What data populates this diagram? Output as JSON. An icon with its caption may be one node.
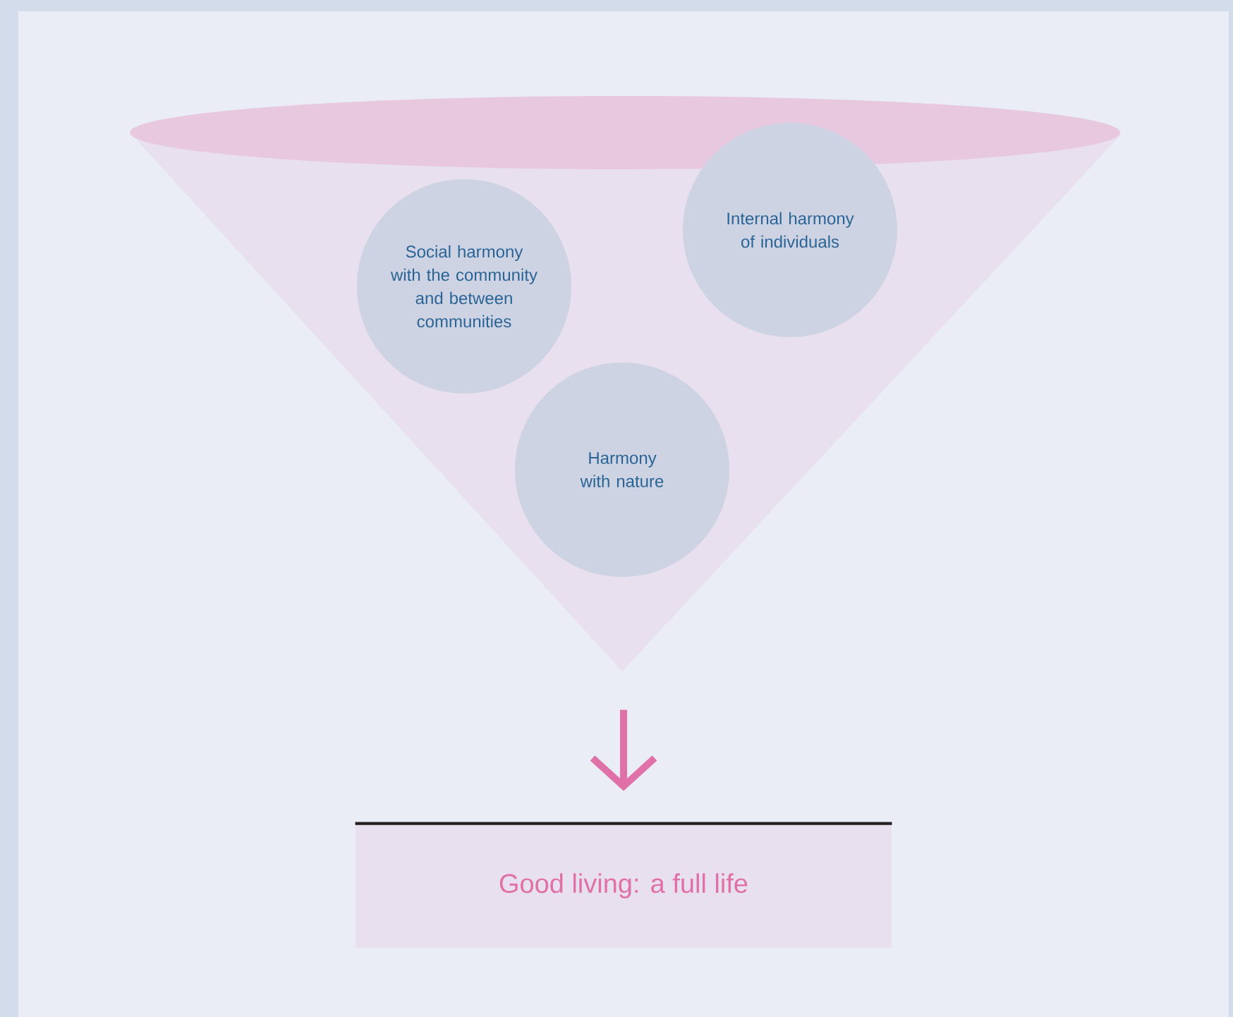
{
  "diagram": {
    "nodes": [
      {
        "text": [],
        "shape": "funnel"
      },
      {
        "text": [
          "Social harmony with the community and between communities"
        ],
        "in": 0
      },
      {
        "text": [
          "Internal harmony of individuals"
        ],
        "in": 0
      },
      {
        "text": [
          "Harmony with nature"
        ],
        "in": 0
      },
      {
        "text": [
          "Good living: a full life"
        ]
      }
    ],
    "edges": [
      {
        "from": 0,
        "to": 4,
        "arrow": "to"
      }
    ]
  }
}
